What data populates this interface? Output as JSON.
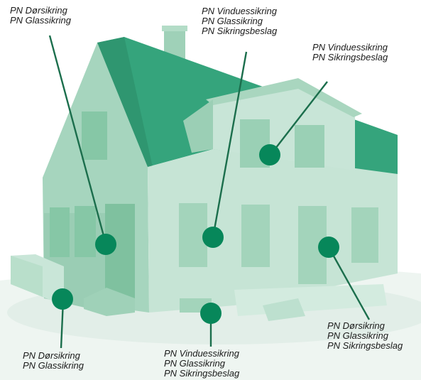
{
  "colors": {
    "roof": "#35a47c",
    "wall_light": "#c4e3d3",
    "wall_mid": "#a8d6bf",
    "wall_dark": "#8ccaab",
    "window": "#7fc4a1",
    "dot": "#07875a",
    "line": "#1b6e4c",
    "ground": "#e3efe9"
  },
  "callouts": [
    {
      "lines": [
        "PN Dørsikring",
        "PN Glassikring"
      ]
    },
    {
      "lines": [
        "PN Vinduessikring",
        "PN Glassikring",
        "PN Sikringsbeslag"
      ]
    },
    {
      "lines": [
        "PN Vinduessikring",
        "PN Sikringsbeslag"
      ]
    },
    {
      "lines": [
        "PN Dørsikring",
        "PN Glassikring",
        "PN Sikringsbeslag"
      ]
    },
    {
      "lines": [
        "PN Vinduessikring",
        "PN Glassikring",
        "PN Sikringsbeslag"
      ]
    },
    {
      "lines": [
        "PN Dørsikring",
        "PN Glassikring"
      ]
    }
  ]
}
